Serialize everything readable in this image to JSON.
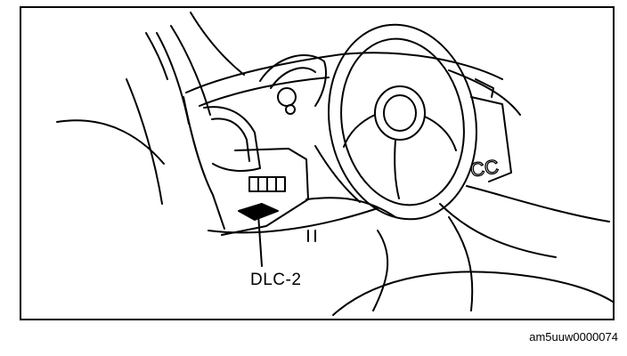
{
  "diagram": {
    "callout_label": "DLC-2",
    "dashboard_badge": "CC"
  },
  "figure_code": "am5uuw0000074",
  "colors": {
    "line": "#000000",
    "background": "#ffffff"
  }
}
